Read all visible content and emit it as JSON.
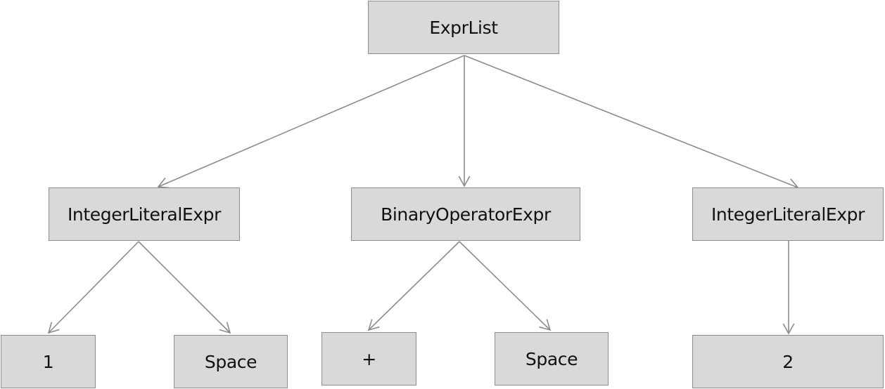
{
  "diagram": {
    "edge_color": "#8c8c8c",
    "node_fill": "#d9d9d9",
    "nodes": {
      "root": "ExprList",
      "int1": "IntegerLiteralExpr",
      "binop": "BinaryOperatorExpr",
      "int2": "IntegerLiteralExpr",
      "one": "1",
      "space1": "Space",
      "plus": "+",
      "space2": "Space",
      "two": "2"
    },
    "edges": [
      {
        "from": "root",
        "to": "int1"
      },
      {
        "from": "root",
        "to": "binop"
      },
      {
        "from": "root",
        "to": "int2"
      },
      {
        "from": "int1",
        "to": "one"
      },
      {
        "from": "int1",
        "to": "space1"
      },
      {
        "from": "binop",
        "to": "plus"
      },
      {
        "from": "binop",
        "to": "space2"
      },
      {
        "from": "int2",
        "to": "two"
      }
    ]
  }
}
